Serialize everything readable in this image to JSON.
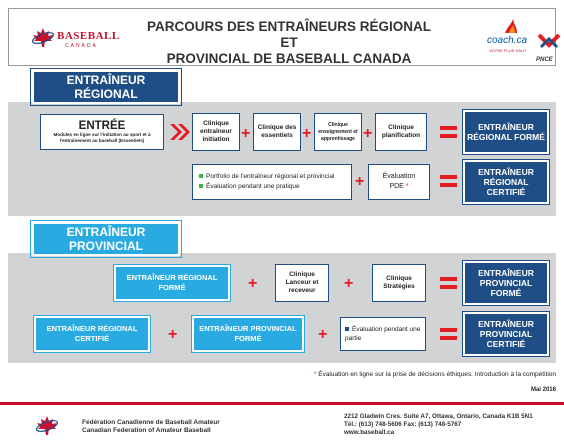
{
  "header": {
    "logo_text": "BASEBALL",
    "logo_sub": "CANADA",
    "title_line1": "PARCOURS DES ENTRAÎNEURS RÉGIONAL ET",
    "title_line2": "PROVINCIAL DE BASEBALL CANADA",
    "coach_logo": "coach.ca",
    "coach_sub": "VOTRE PLUS HAUT",
    "pnce_logo": "PNCE"
  },
  "regional": {
    "heading_line1": "ENTRAÎNEUR",
    "heading_line2": "RÉGIONAL",
    "entry_title": "ENTRÉE",
    "entry_desc": "Modules en ligne sur l'initiation au sport et à l'entraînement au baseball (Essentiels)",
    "clinics": [
      "Clinique entraîneur initiation",
      "Clinique des essentiels",
      "Clinique enseignement et apprentissage",
      "Clinique planification"
    ],
    "result_trained": "ENTRAÎNEUR RÉGIONAL FORMÉ",
    "portfolio_items": [
      "Portfolio de l'entraîneur régional et provincial",
      "Évaluation pendant une pratique"
    ],
    "pde_line1": "Évaluation",
    "pde_line2": "PDE",
    "pde_star": "*",
    "result_certified": "ENTRAÎNEUR RÉGIONAL CERTIFIÉ"
  },
  "provincial": {
    "heading_line1": "ENTRAÎNEUR",
    "heading_line2": "PROVINCIAL",
    "row1_start": "ENTRAÎNEUR RÉGIONAL FORMÉ",
    "row1_clinic1": "Clinique Lanceur et receveur",
    "row1_clinic2": "Clinique Stratégies",
    "result_trained": "ENTRAÎNEUR PROVINCIAL FORMÉ",
    "row2_start": "ENTRAÎNEUR RÉGIONAL CERTIFIÉ",
    "row2_mid": "ENTRAÎNEUR PROVINCIAL FORMÉ",
    "row2_eval": "Évaluation pendant une partie",
    "result_certified": "ENTRAÎNEUR PROVINCIAL CERTIFIÉ"
  },
  "notes": {
    "footnote_star": "*",
    "footnote": "Évaluation en ligne sur la prise de décisions éthiques: Introduction à la compétition",
    "date": "Mai 2016"
  },
  "footer": {
    "org_fr": "Fédération Canadienne de Baseball Amateur",
    "org_en": "Canadian Federation of Amateur Baseball",
    "address": "2212 Gladwin Cres. Suite A7, Ottawa, Ontario, Canada K1B 5N1",
    "phone": "Tél.: (613) 748-5606   Fax: (613) 748-5767",
    "website": "www.baseball.ca"
  },
  "colors": {
    "navy": "#1f4e86",
    "cyan": "#29abe2",
    "red": "#e31b23",
    "band": "#d1d3d4",
    "green_bullet": "#39b54a"
  }
}
